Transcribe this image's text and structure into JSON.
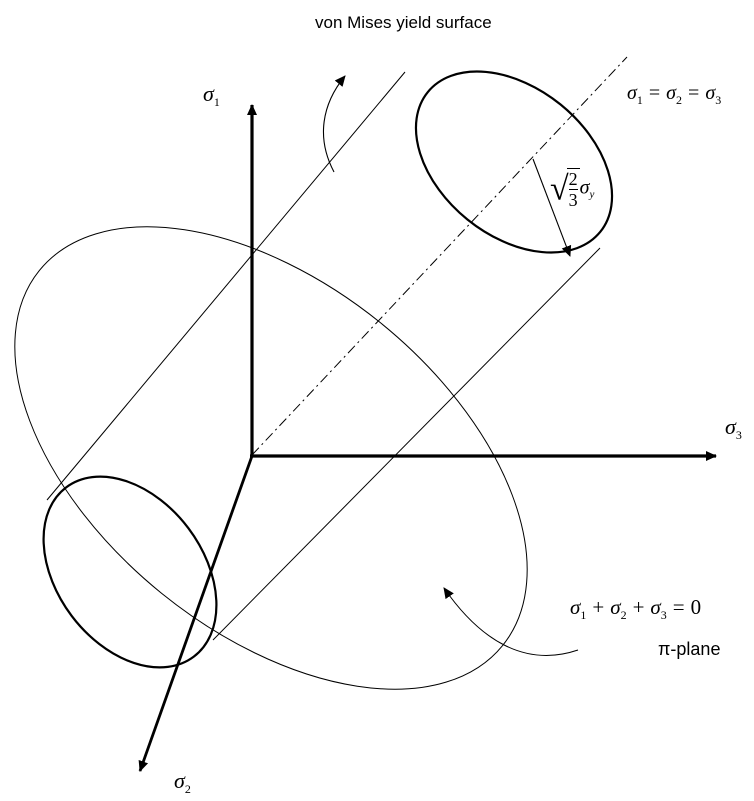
{
  "title": "von Mises yield surface",
  "axes": {
    "sigma1": {
      "symbol": "σ",
      "index": "1"
    },
    "sigma2": {
      "symbol": "σ",
      "index": "2"
    },
    "sigma3": {
      "symbol": "σ",
      "index": "3"
    }
  },
  "hydrostatic_axis": {
    "s": "σ",
    "i1": "1",
    "eq1": "=",
    "i2": "2",
    "eq2": "=",
    "i3": "3"
  },
  "radius": {
    "numerator": "2",
    "denominator": "3",
    "symbol": "σ",
    "subscript": "y"
  },
  "pi_plane": {
    "equation": {
      "s": "σ",
      "i1": "1",
      "plus1": "+",
      "i2": "2",
      "plus2": "+",
      "i3": "3",
      "eq": "=",
      "rhs": "0"
    },
    "label": "π-plane"
  }
}
